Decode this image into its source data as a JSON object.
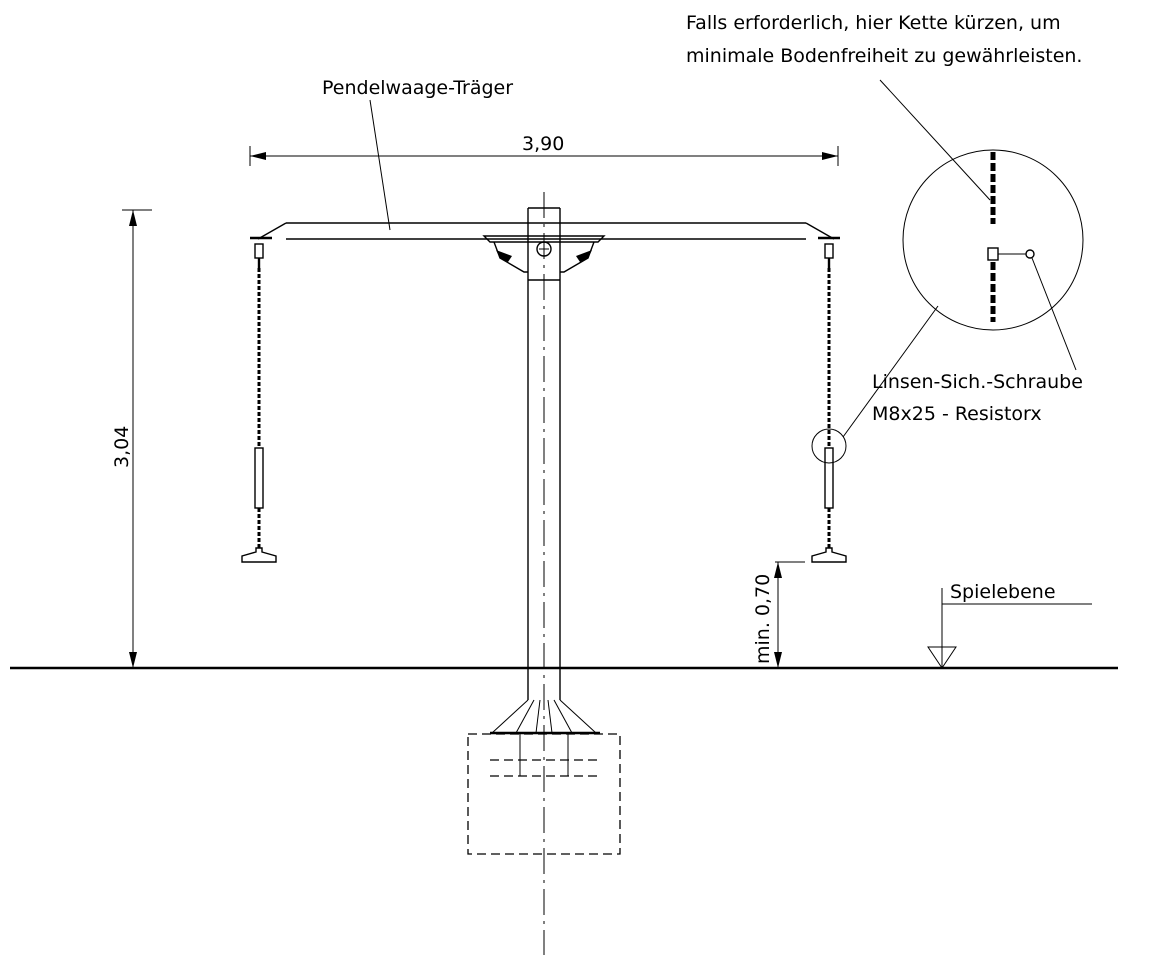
{
  "labels": {
    "beam": "Pendelwaage-Träger",
    "note_line1": "Falls erforderlich, hier Kette kürzen, um",
    "note_line2": "minimale Bodenfreiheit zu gewährleisten.",
    "screw_line1": "Linsen-Sich.-Schraube",
    "screw_line2": "M8x25 - Resistorx",
    "play_level": "Spielebene"
  },
  "dimensions": {
    "width": "3,90",
    "height": "3,04",
    "clearance": "min. 0,70"
  },
  "colors": {
    "line": "#000000",
    "background": "#ffffff"
  }
}
